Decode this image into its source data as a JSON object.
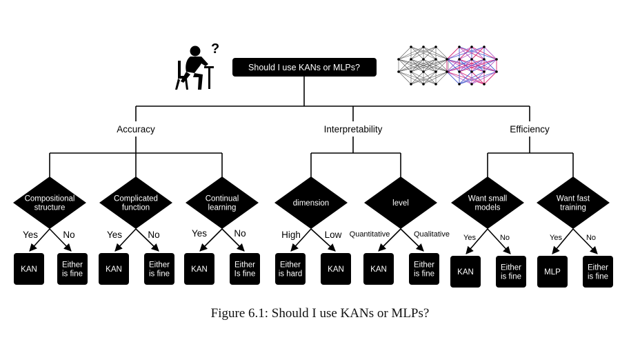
{
  "root": {
    "label": "Should I use KANs or MLPs?"
  },
  "categories": [
    {
      "label": "Accuracy"
    },
    {
      "label": "Interpretability"
    },
    {
      "label": "Efficiency"
    }
  ],
  "decisions": [
    {
      "label": [
        "Compositional",
        "structure"
      ],
      "left_edge": "Yes",
      "right_edge": "No",
      "left_leaf": [
        "KAN"
      ],
      "right_leaf": [
        "Either",
        "is fine"
      ]
    },
    {
      "label": [
        "Complicated",
        "function"
      ],
      "left_edge": "Yes",
      "right_edge": "No",
      "left_leaf": [
        "KAN"
      ],
      "right_leaf": [
        "Either",
        "is fine"
      ]
    },
    {
      "label": [
        "Continual",
        "learning"
      ],
      "left_edge": "Yes",
      "right_edge": "No",
      "left_leaf": [
        "KAN"
      ],
      "right_leaf": [
        "Either",
        "Is fine"
      ]
    },
    {
      "label": [
        "dimension"
      ],
      "left_edge": "High",
      "right_edge": "Low",
      "left_leaf": [
        "Either",
        "is hard"
      ],
      "right_leaf": [
        "KAN"
      ]
    },
    {
      "label": [
        "level"
      ],
      "left_edge": "Quantitative",
      "right_edge": "Qualitative",
      "left_leaf": [
        "KAN"
      ],
      "right_leaf": [
        "Either",
        "is fine"
      ]
    },
    {
      "label": [
        "Want small",
        "models"
      ],
      "left_edge": "Yes",
      "right_edge": "No",
      "left_leaf": [
        "KAN"
      ],
      "right_leaf": [
        "Either",
        "is fine"
      ]
    },
    {
      "label": [
        "Want fast",
        "training"
      ],
      "left_edge": "Yes",
      "right_edge": "No",
      "left_leaf": [
        "MLP"
      ],
      "right_leaf": [
        "Either",
        "is fine"
      ]
    }
  ],
  "icons": {
    "thinker": "person-thinking-icon",
    "question_mark": "?",
    "mlp_graph": "mlp-network-icon",
    "kan_graph": "kan-network-icon"
  },
  "colors": {
    "node_fill": "#000000",
    "node_text": "#ffffff",
    "line": "#000000",
    "kan_edges": [
      "#d6206e",
      "#4a5fd0",
      "#b45cc8"
    ]
  },
  "caption": "Figure 6.1: Should I use KANs or MLPs?"
}
